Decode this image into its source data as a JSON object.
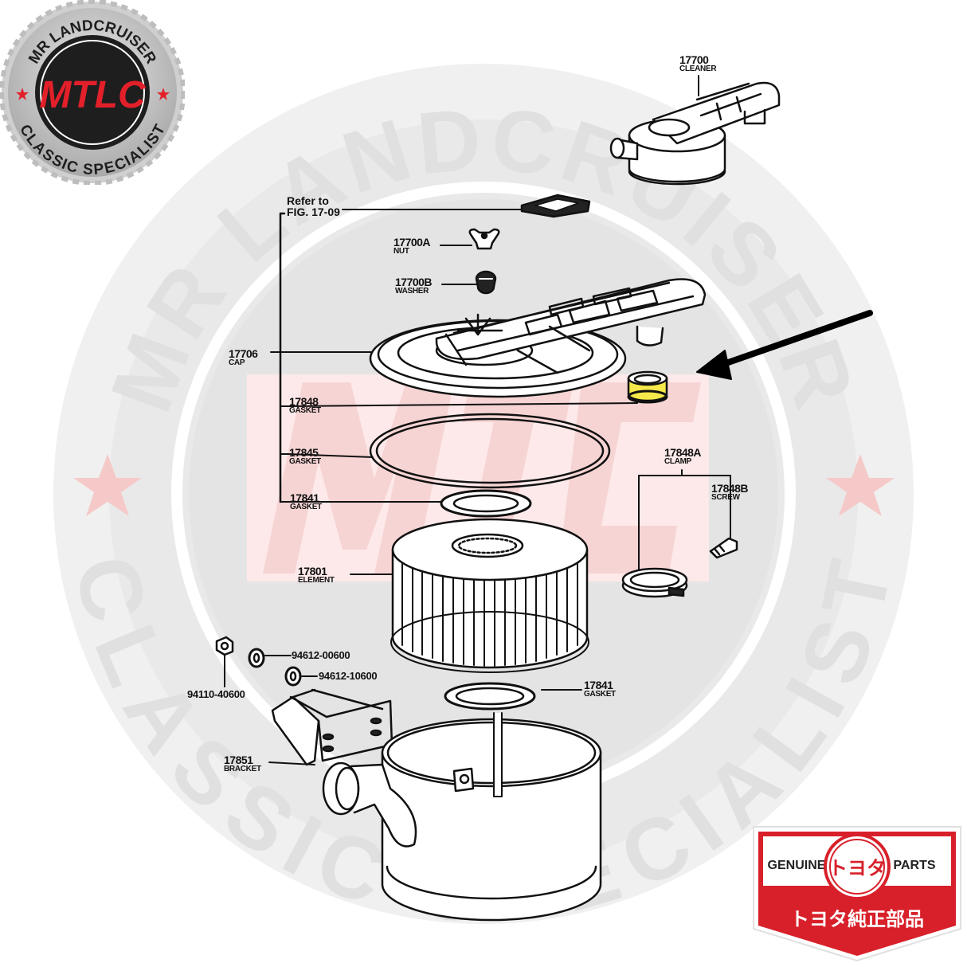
{
  "watermark": {
    "top_arc_text": "MR LANDCRUISER",
    "bottom_arc_text": "CLASSIC SPECIALIST",
    "monogram": "MTLC",
    "colors": {
      "gray": "#e6e6e6",
      "pink": "#fde6e6",
      "red": "#f6c9c9"
    }
  },
  "logo_mtlc": {
    "top_text": "MR LANDCRUISER",
    "bottom_text": "CLASSIC SPECIALIST",
    "monogram": "MTLC",
    "colors": {
      "ring": "#bdbdbd",
      "center": "#1e1e1e",
      "accent": "#e3202a"
    }
  },
  "logo_genuine": {
    "left_text": "GENUINE",
    "right_text": "PARTS",
    "emblem": "トヨタ",
    "bottom_text": "トヨタ純正部品",
    "colors": {
      "red": "#d8202a",
      "white": "#ffffff",
      "text": "#222222"
    }
  },
  "highlight": {
    "part_number": "17848",
    "color": "#f5e84a",
    "arrow_color": "#000000"
  },
  "parts": [
    {
      "id": "cleaner",
      "number": "17700",
      "name": "CLEANER"
    },
    {
      "id": "refer",
      "number": "Refer to",
      "name": "FIG. 17-09"
    },
    {
      "id": "nut",
      "number": "17700A",
      "name": "NUT"
    },
    {
      "id": "washer",
      "number": "17700B",
      "name": "WASHER"
    },
    {
      "id": "cap",
      "number": "17706",
      "name": "CAP"
    },
    {
      "id": "gasket-17848",
      "number": "17848",
      "name": "GASKET"
    },
    {
      "id": "gasket-17845",
      "number": "17845",
      "name": "GASKET"
    },
    {
      "id": "gasket-17841-top",
      "number": "17841",
      "name": "GASKET"
    },
    {
      "id": "element",
      "number": "17801",
      "name": "ELEMENT"
    },
    {
      "id": "clamp",
      "number": "17848A",
      "name": "CLAMP"
    },
    {
      "id": "screw",
      "number": "17848B",
      "name": "SCREW"
    },
    {
      "id": "gasket-17841-bottom",
      "number": "17841",
      "name": "GASKET"
    },
    {
      "id": "bracket",
      "number": "17851",
      "name": "BRACKET"
    }
  ],
  "hardware": [
    {
      "id": "nut-94110",
      "number": "94110-40600"
    },
    {
      "id": "washer-94612-a",
      "number": "94612-00600"
    },
    {
      "id": "washer-94612-b",
      "number": "94612-10600"
    }
  ]
}
